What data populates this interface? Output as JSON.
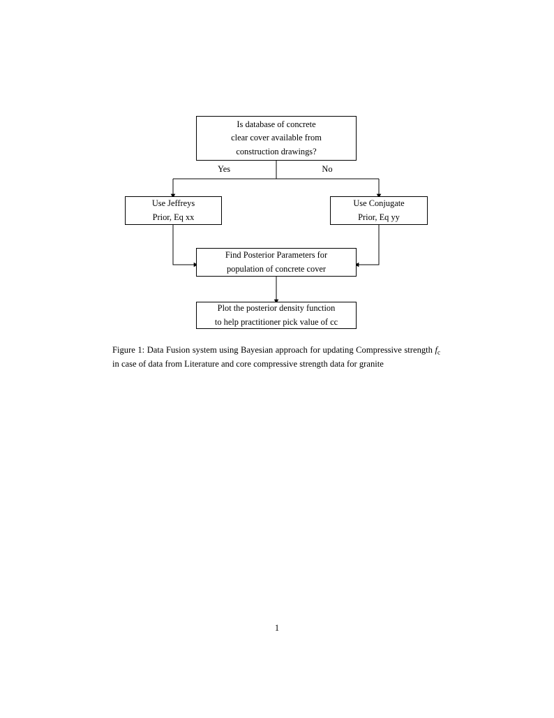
{
  "document": {
    "background_color": "#ffffff",
    "text_color": "#000000",
    "page_number": "1"
  },
  "figure": {
    "caption_label": "Figure 1:",
    "caption_part1": " Data Fusion system using Bayesian approach for updating Compressive strength ",
    "caption_math_base": "f",
    "caption_math_sub": "c",
    "caption_part2": " in case of data from Literature and core compressive strength data for granite",
    "diagram": {
      "type": "flowchart",
      "nodes": [
        {
          "id": "decision",
          "shape": "rectangle",
          "lines": [
            "Is database of concrete",
            "clear cover available from",
            "construction drawings?"
          ]
        },
        {
          "id": "jeffreys",
          "shape": "rectangle",
          "lines": [
            "Use Jeffreys",
            "Prior, Eq xx"
          ]
        },
        {
          "id": "conjugate",
          "shape": "rectangle",
          "lines": [
            "Use Conjugate",
            "Prior, Eq yy"
          ]
        },
        {
          "id": "posterior",
          "shape": "rectangle",
          "lines": [
            "Find Posterior Parameters for",
            "population of concrete cover"
          ]
        },
        {
          "id": "plot",
          "shape": "rectangle",
          "lines": [
            "Plot the posterior density function",
            "to help practitioner pick value of cc"
          ]
        }
      ],
      "edge_labels": {
        "yes": "Yes",
        "no": "No"
      },
      "edges": [
        {
          "from": "decision",
          "to": "jeffreys",
          "label": "Yes"
        },
        {
          "from": "decision",
          "to": "conjugate",
          "label": "No"
        },
        {
          "from": "jeffreys",
          "to": "posterior",
          "label": ""
        },
        {
          "from": "conjugate",
          "to": "posterior",
          "label": ""
        },
        {
          "from": "posterior",
          "to": "plot",
          "label": ""
        }
      ]
    }
  }
}
